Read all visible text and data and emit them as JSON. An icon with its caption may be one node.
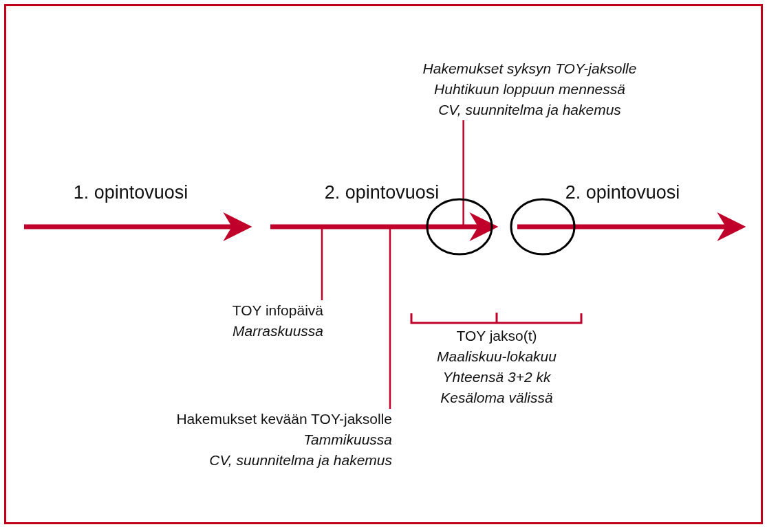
{
  "diagram": {
    "nodes": [
      {
        "text": [
          "TOY infopäivä",
          "Marraskuussa"
        ]
      },
      {
        "text": [
          "Hakemukset kevään TOY-jaksolle",
          "Tammikuussa",
          "CV, suunnitelma ja hakemus"
        ]
      },
      {
        "text": [
          "Hakemukset syksyn TOY-jaksolle",
          "Huhtikuun loppuun mennessä",
          "CV, suunnitelma ja hakemus"
        ]
      },
      {
        "text": [
          "TOY jakso(t)",
          "Maaliskuu-lokakuu",
          "Yhteensä 3+2 kk",
          "Kesäloma välissä"
        ]
      },
      {
        "text": [],
        "shape": "circle"
      },
      {
        "text": [],
        "shape": "circle"
      }
    ],
    "edges": [
      {
        "from": 0,
        "to": null,
        "arrow": "none"
      },
      {
        "from": 1,
        "to": null,
        "arrow": "none"
      },
      {
        "from": 2,
        "to": 4,
        "arrow": "none"
      }
    ],
    "labels": [
      "1. opintovuosi",
      "2. opintovuosi",
      "2. opintovuosi"
    ]
  }
}
